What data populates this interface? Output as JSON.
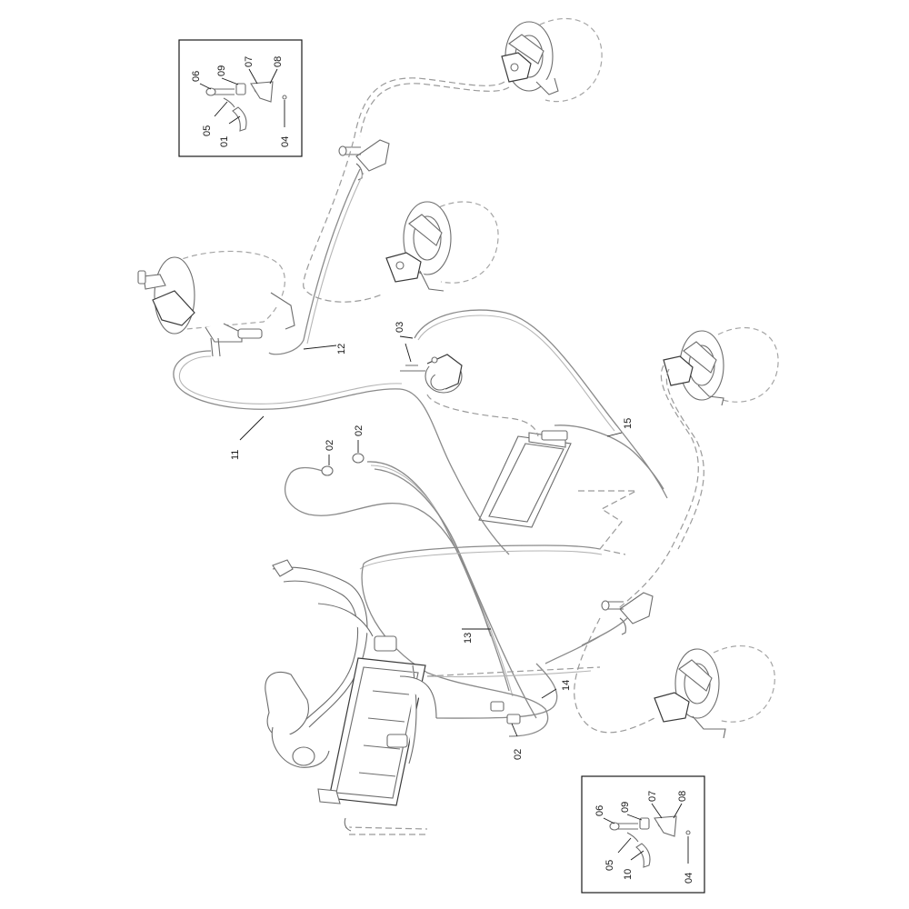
{
  "callouts": {
    "c03": "03",
    "c11": "11",
    "c12": "12",
    "c13": "13",
    "c14": "14",
    "c15": "15",
    "c02_a": "02",
    "c02_b": "02",
    "c02_c": "02"
  },
  "detail_top": {
    "c06": "06",
    "c09": "09",
    "c07": "07",
    "c08": "08",
    "c05": "05",
    "c01": "01",
    "c04": "04"
  },
  "detail_bottom": {
    "c06": "06",
    "c09": "09",
    "c07": "07",
    "c08": "08",
    "c05": "05",
    "c10": "10",
    "c04": "04"
  }
}
